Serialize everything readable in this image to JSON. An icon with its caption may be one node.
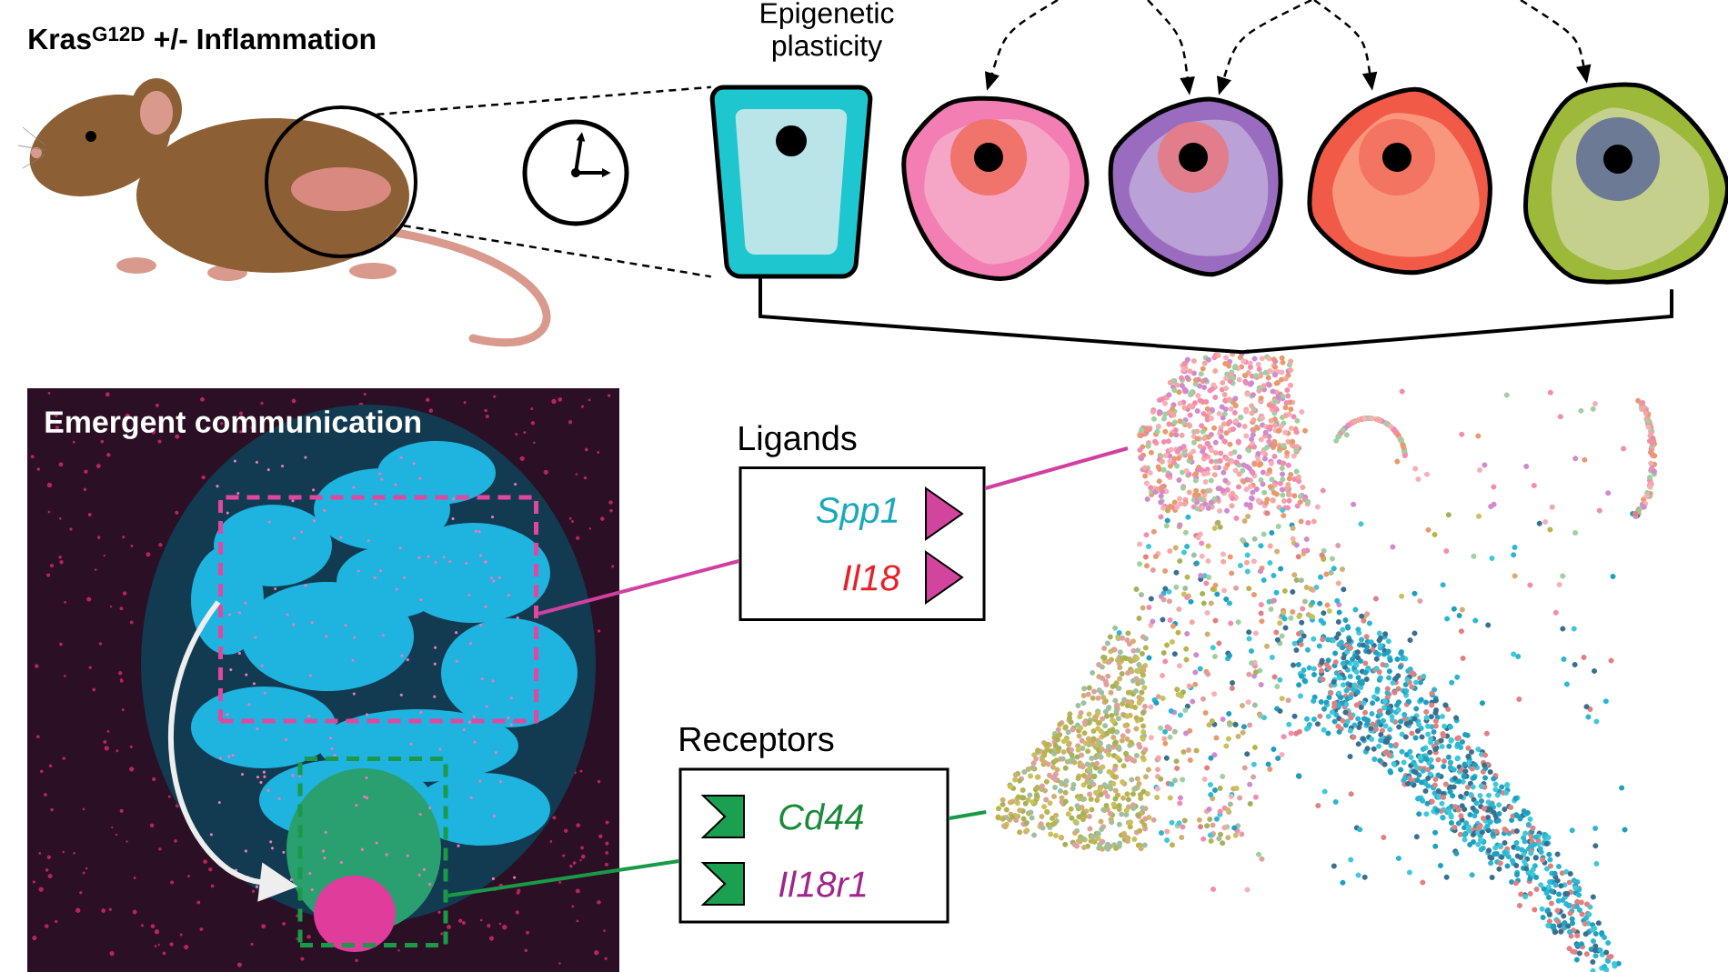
{
  "diagram": {
    "title": "Kras$^{G12D}$ +/- Inflammation",
    "nodes": [
      {
        "text": [],
        "shape": "circle"
      },
      {
        "text": [],
        "shape": "picture"
      },
      {
        "text": [],
        "shape": "picture"
      },
      {
        "text": [],
        "shape": "picture"
      },
      {
        "text": [],
        "shape": "picture"
      },
      {
        "text": [],
        "shape": "picture"
      },
      {
        "text": [
          "Emergent communication"
        ]
      },
      {
        "text": [],
        "shape": "box",
        "in": 6
      },
      {
        "text": [],
        "shape": "box",
        "in": 6
      },
      {
        "text": [
          "Ligands",
          "Spp1",
          "Il18"
        ]
      },
      {
        "text": [
          "Receptors",
          "Cd44",
          "Il18r1"
        ]
      },
      {
        "text": [],
        "shape": "picture"
      }
    ],
    "edges": [
      {
        "from": 0,
        "to": 1,
        "arrow": "none",
        "style": "dashed"
      },
      {
        "from": 0,
        "to": 1,
        "arrow": "none",
        "style": "dashed"
      },
      {
        "from": 1,
        "to": 11,
        "arrow": "none"
      },
      {
        "from": 5,
        "to": 11,
        "arrow": "none"
      },
      {
        "from": null,
        "to": 2,
        "arrow": "to",
        "style": "dashed"
      },
      {
        "from": null,
        "to": 3,
        "arrow": "to",
        "style": "dashed"
      },
      {
        "from": null,
        "to": 3,
        "arrow": "to",
        "style": "dashed"
      },
      {
        "from": null,
        "to": 4,
        "arrow": "to",
        "style": "dashed"
      },
      {
        "from": null,
        "to": 5,
        "arrow": "to",
        "style": "dashed"
      },
      {
        "from": 9,
        "to": 11,
        "arrow": "none",
        "color": "#d040a0"
      },
      {
        "from": 9,
        "to": 7,
        "arrow": "none",
        "color": "#d040a0"
      },
      {
        "from": 10,
        "to": 11,
        "arrow": "none",
        "color": "#1a9a48"
      },
      {
        "from": 10,
        "to": 8,
        "arrow": "none",
        "color": "#1a9a48"
      },
      {
        "from": 7,
        "to": 8,
        "arrow": "to",
        "style": "thick",
        "color": "#eeeeee"
      }
    ],
    "labels": [
      "Epigenetic plasticity"
    ]
  }
}
